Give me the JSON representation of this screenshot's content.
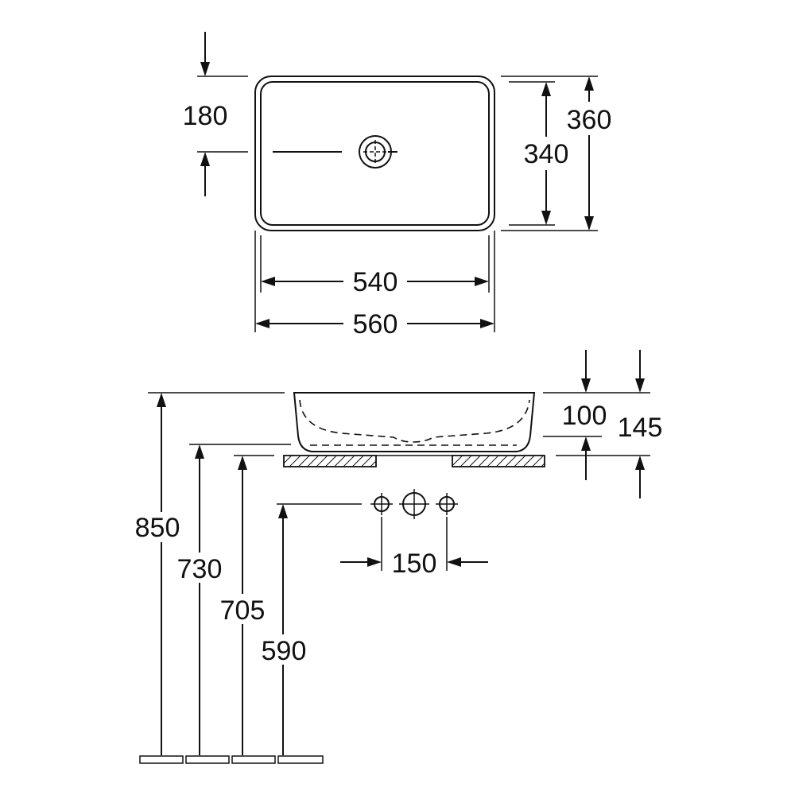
{
  "top_view": {
    "dim_drain_offset": "180",
    "dim_height_inner": "340",
    "dim_height_outer": "360",
    "dim_width_inner": "540",
    "dim_width_outer": "560"
  },
  "side_view": {
    "dim_bowl_depth": "100",
    "dim_total_height": "145",
    "dim_tap_spacing": "150",
    "dim_850": "850",
    "dim_730": "730",
    "dim_705": "705",
    "dim_590": "590"
  }
}
